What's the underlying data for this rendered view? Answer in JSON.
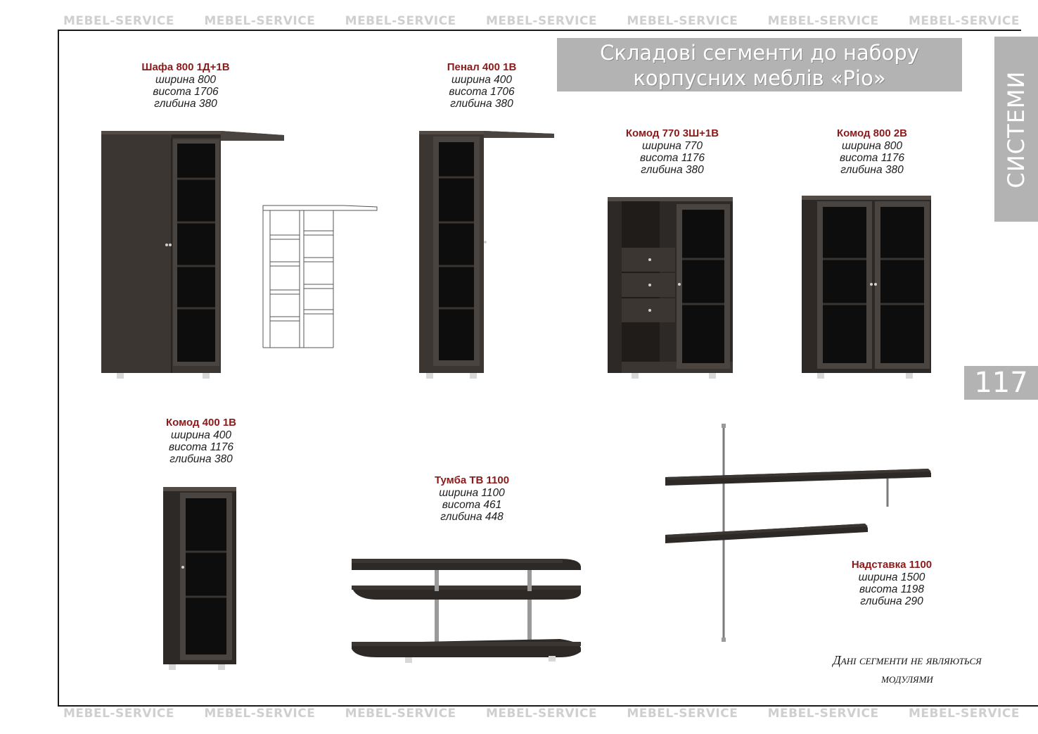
{
  "watermark": {
    "text": "MEBEL-SERVICE",
    "repeat": 7
  },
  "header": {
    "title_line1": "Складові сегменти до набору",
    "title_line2": "корпусних меблів «Ріо»",
    "side_tab": "СИСТЕМИ",
    "page_number": "117"
  },
  "products": [
    {
      "name": "Шафа 800 1Д+1В",
      "width": "ширина 800",
      "height": "висота 1706",
      "depth": "глибина 380"
    },
    {
      "name": "Пенал 400 1В",
      "width": "ширина 400",
      "height": "висота 1706",
      "depth": "глибина 380"
    },
    {
      "name": "Комод 770 3Ш+1В",
      "width": "ширина 770",
      "height": "висота 1176",
      "depth": "глибина 380"
    },
    {
      "name": "Комод 800 2В",
      "width": "ширина 800",
      "height": "висота 1176",
      "depth": "глибина 380"
    },
    {
      "name": "Комод 400 1В",
      "width": "ширина 400",
      "height": "висота 1176",
      "depth": "глибина 380"
    },
    {
      "name": "Тумба ТВ 1100",
      "width": "ширина 1100",
      "height": "висота 461",
      "depth": "глибина 448"
    },
    {
      "name": "Надставка 1100",
      "width": "ширина 1500",
      "height": "висота 1198",
      "depth": "глибина 290"
    }
  ],
  "note": {
    "line1": "Дані сегменти не являються",
    "line2": "модулями"
  },
  "colors": {
    "furniture": "#3b3632",
    "furniture_dark": "#2a2623",
    "glass": "#0d0d0d",
    "accent_red": "#8c1a1a",
    "panel_gray": "#b3b3b3"
  }
}
